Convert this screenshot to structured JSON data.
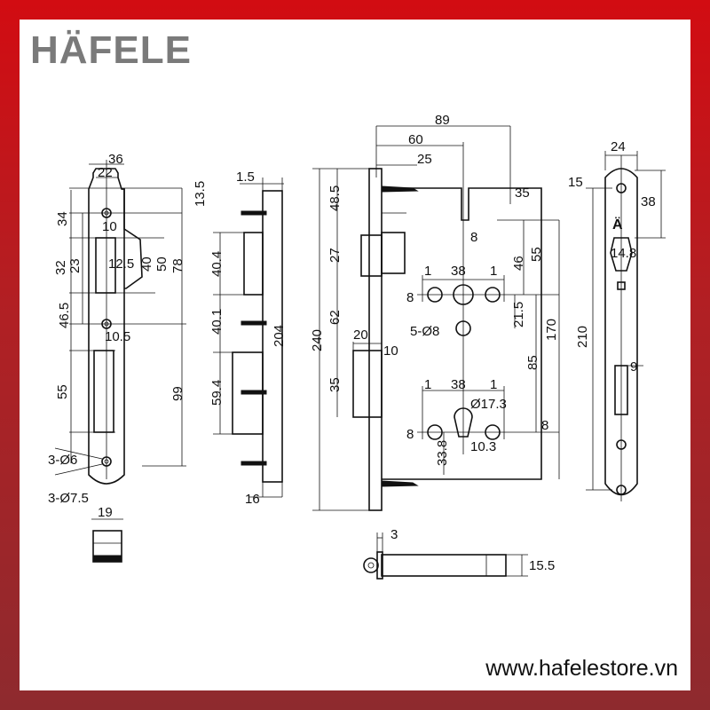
{
  "brand": {
    "logo": "HÄFELE",
    "website": "www.hafelestore.vn"
  },
  "strike_plate": {
    "dimensions": [
      "36",
      "22",
      "13.5",
      "34",
      "10",
      "32",
      "23",
      "12.5",
      "40",
      "50",
      "78",
      "46.5",
      "10.5",
      "55",
      "99",
      "3-Ø6",
      "3-Ø7.5",
      "19"
    ]
  },
  "side_view": {
    "dimensions": [
      "1.5",
      "40.4",
      "204",
      "40.1",
      "59.4",
      "16"
    ]
  },
  "lock_body": {
    "dimensions": [
      "89",
      "60",
      "25",
      "35",
      "48.5",
      "8",
      "46",
      "55",
      "27",
      "1",
      "38",
      "1",
      "8",
      "21.5",
      "62",
      "5-Ø8",
      "170",
      "240",
      "20",
      "10",
      "85",
      "35",
      "1",
      "38",
      "1",
      "Ø17.3",
      "8",
      "8",
      "10.3",
      "33.8"
    ]
  },
  "faceplate": {
    "dimensions": [
      "24",
      "15",
      "38",
      "14.8",
      "210",
      "9"
    ]
  },
  "latch_bolt": {
    "dimensions": [
      "3",
      "15.5"
    ]
  },
  "colors": {
    "frame": "#d20c12",
    "logo": "#7a7a7a",
    "line": "#111111"
  }
}
